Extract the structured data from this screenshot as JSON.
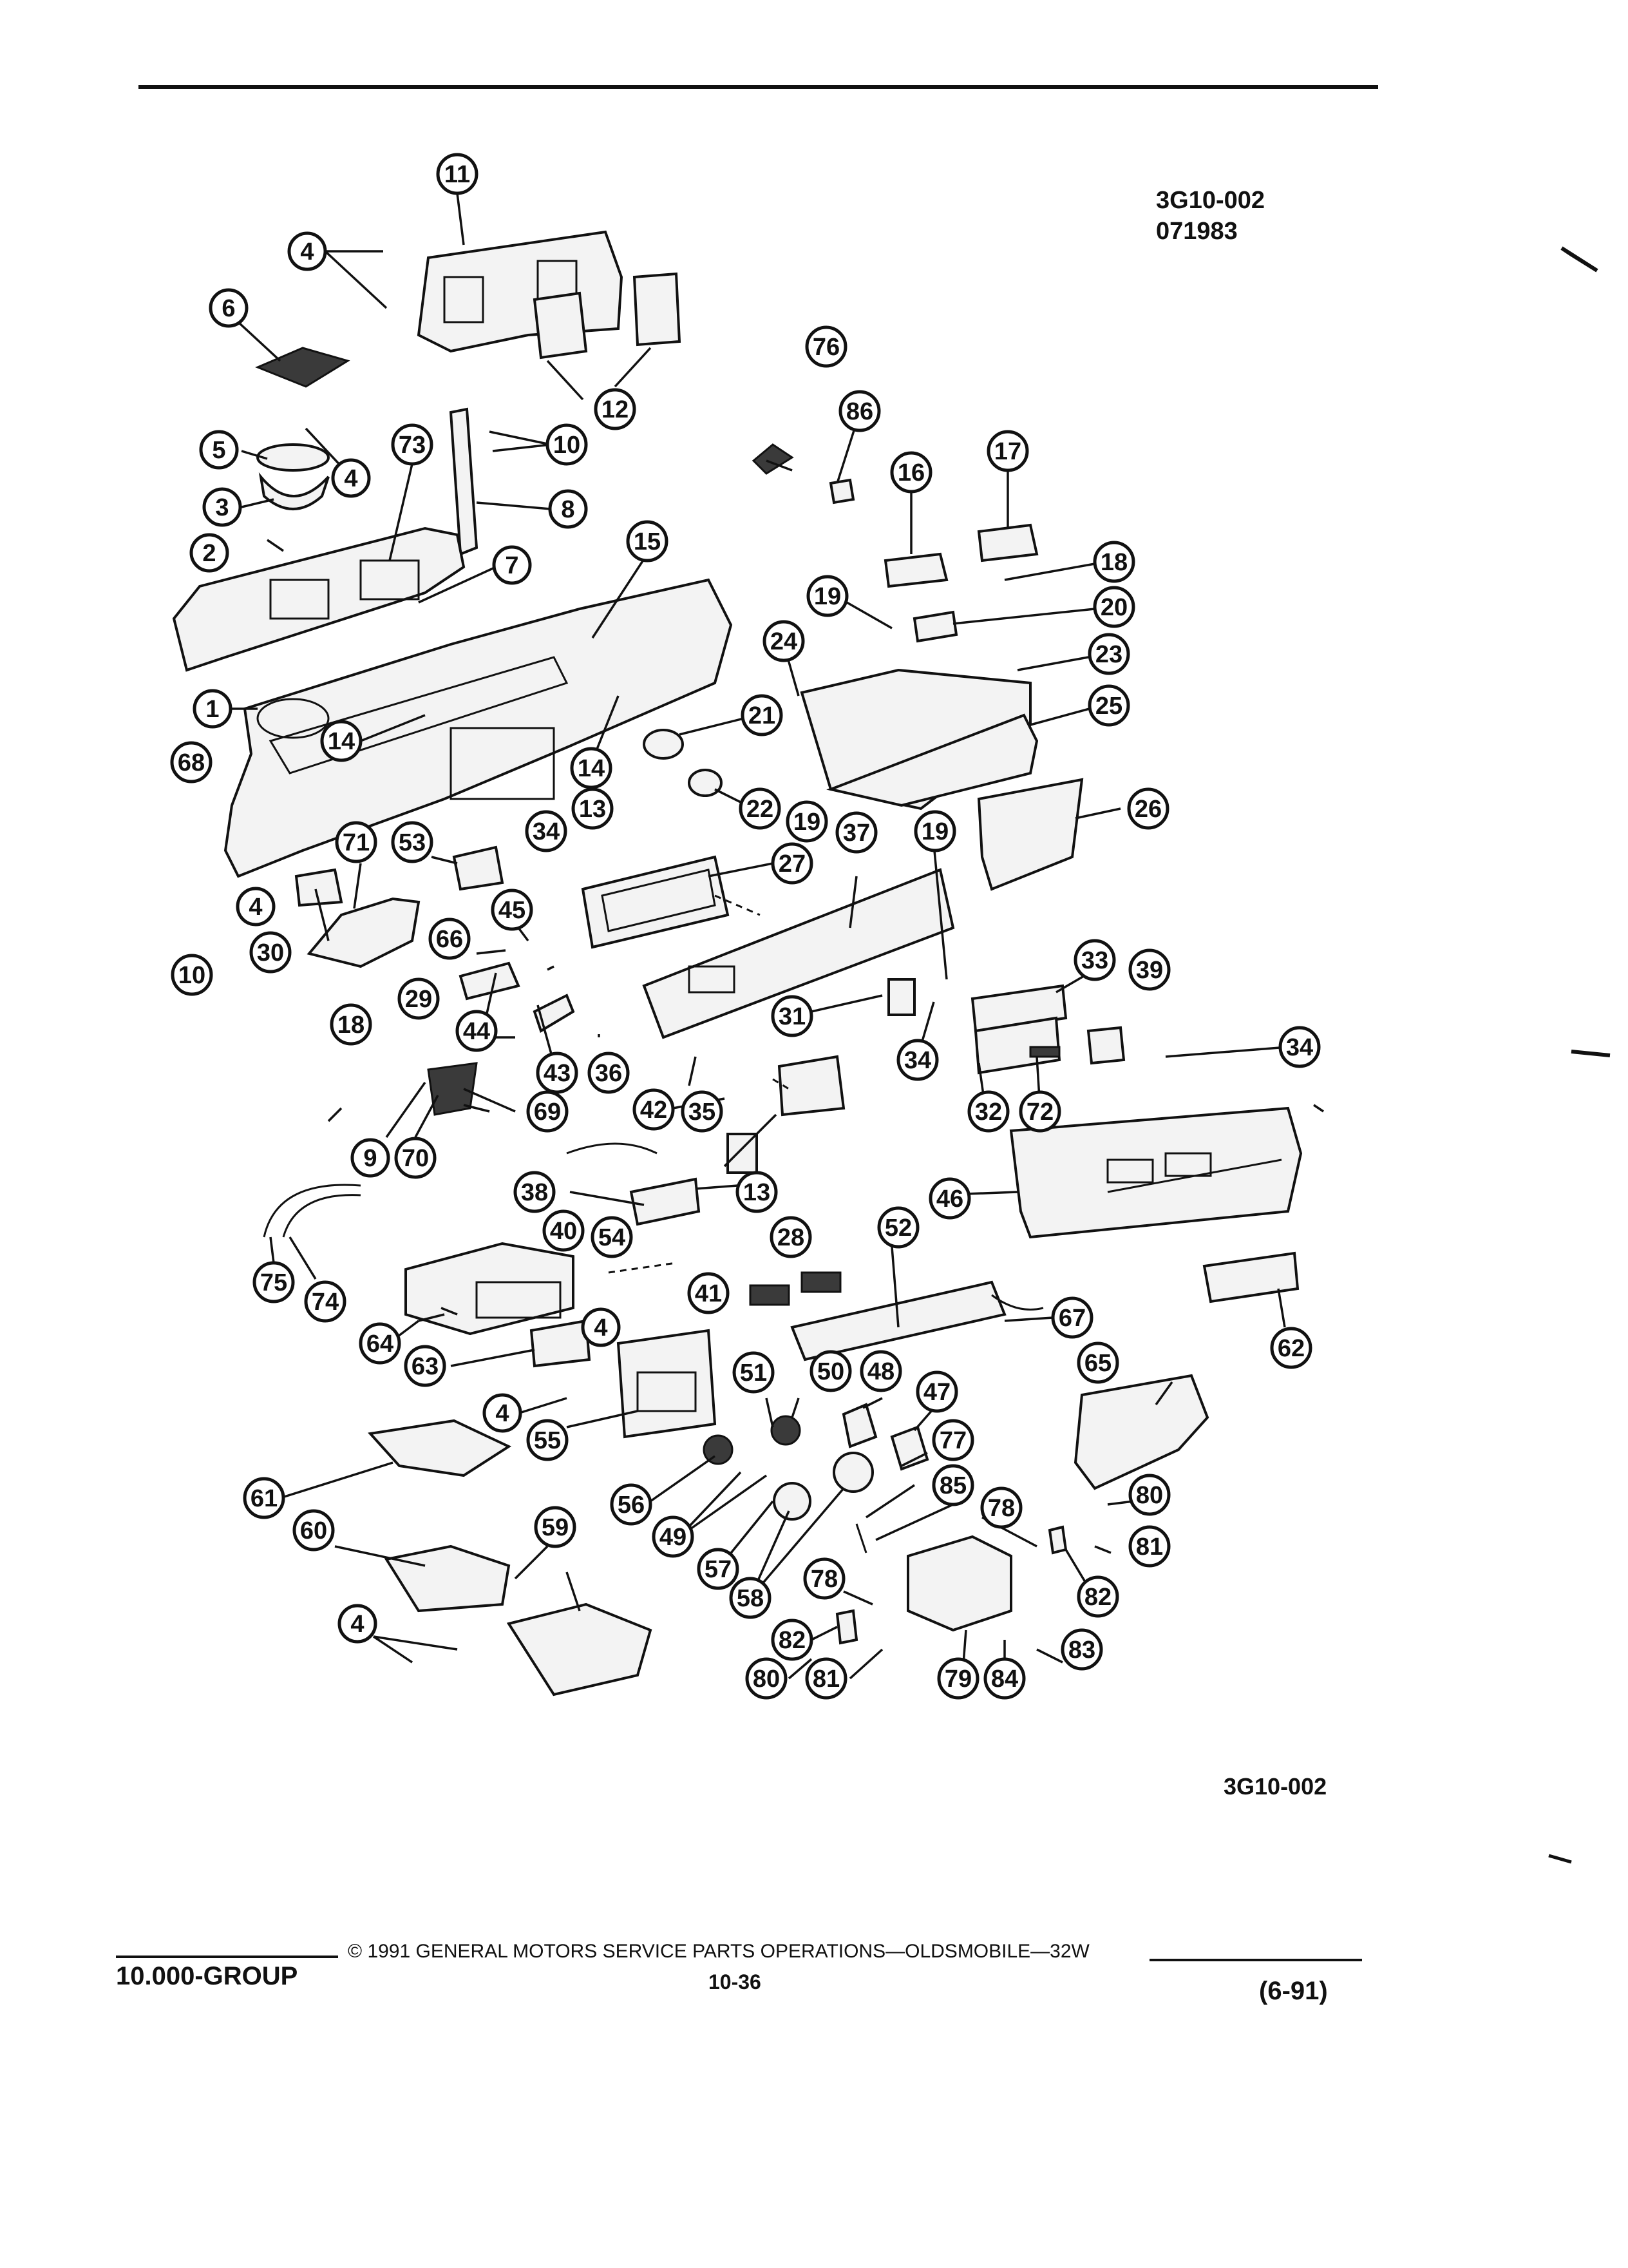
{
  "figure": {
    "code_top": "3G10-002",
    "date_code": "071983",
    "code_bottom": "3G10-002"
  },
  "footer": {
    "group": "10.000-GROUP",
    "copyright": "© 1991 GENERAL MOTORS SERVICE PARTS OPERATIONS—OLDSMOBILE—32W",
    "page_number": "10-36",
    "revision": "(6-91)"
  },
  "callouts": {
    "c1": "1",
    "c2": "2",
    "c3": "3",
    "c4a": "4",
    "c4b": "4",
    "c4c": "4",
    "c4d": "4",
    "c4e": "4",
    "c4f": "4",
    "c5": "5",
    "c6": "6",
    "c7": "7",
    "c8": "8",
    "c9": "9",
    "c10a": "10",
    "c10b": "10",
    "c11": "11",
    "c12": "12",
    "c13a": "13",
    "c13b": "13",
    "c14a": "14",
    "c14b": "14",
    "c15": "15",
    "c16": "16",
    "c17": "17",
    "c18a": "18",
    "c18b": "18",
    "c19a": "19",
    "c19b": "19",
    "c19c": "19",
    "c20": "20",
    "c21": "21",
    "c22": "22",
    "c23": "23",
    "c24": "24",
    "c25": "25",
    "c26": "26",
    "c27": "27",
    "c28": "28",
    "c29": "29",
    "c30": "30",
    "c31": "31",
    "c32": "32",
    "c33": "33",
    "c34a": "34",
    "c34b": "34",
    "c34c": "34",
    "c35": "35",
    "c36": "36",
    "c37": "37",
    "c38": "38",
    "c39": "39",
    "c40": "40",
    "c41": "41",
    "c42": "42",
    "c43": "43",
    "c44": "44",
    "c45": "45",
    "c46": "46",
    "c47": "47",
    "c48": "48",
    "c49": "49",
    "c50": "50",
    "c51": "51",
    "c52": "52",
    "c53": "53",
    "c54": "54",
    "c55": "55",
    "c56": "56",
    "c57": "57",
    "c58": "58",
    "c59": "59",
    "c60": "60",
    "c61": "61",
    "c62": "62",
    "c63": "63",
    "c64": "64",
    "c65": "65",
    "c66": "66",
    "c67": "67",
    "c68": "68",
    "c69": "69",
    "c70": "70",
    "c71": "71",
    "c72": "72",
    "c73": "73",
    "c74": "74",
    "c75": "75",
    "c76": "76",
    "c77": "77",
    "c78a": "78",
    "c78b": "78",
    "c79": "79",
    "c80a": "80",
    "c80b": "80",
    "c81a": "81",
    "c81b": "81",
    "c82a": "82",
    "c82b": "82",
    "c83": "83",
    "c84": "84",
    "c85": "85",
    "c86": "86"
  }
}
